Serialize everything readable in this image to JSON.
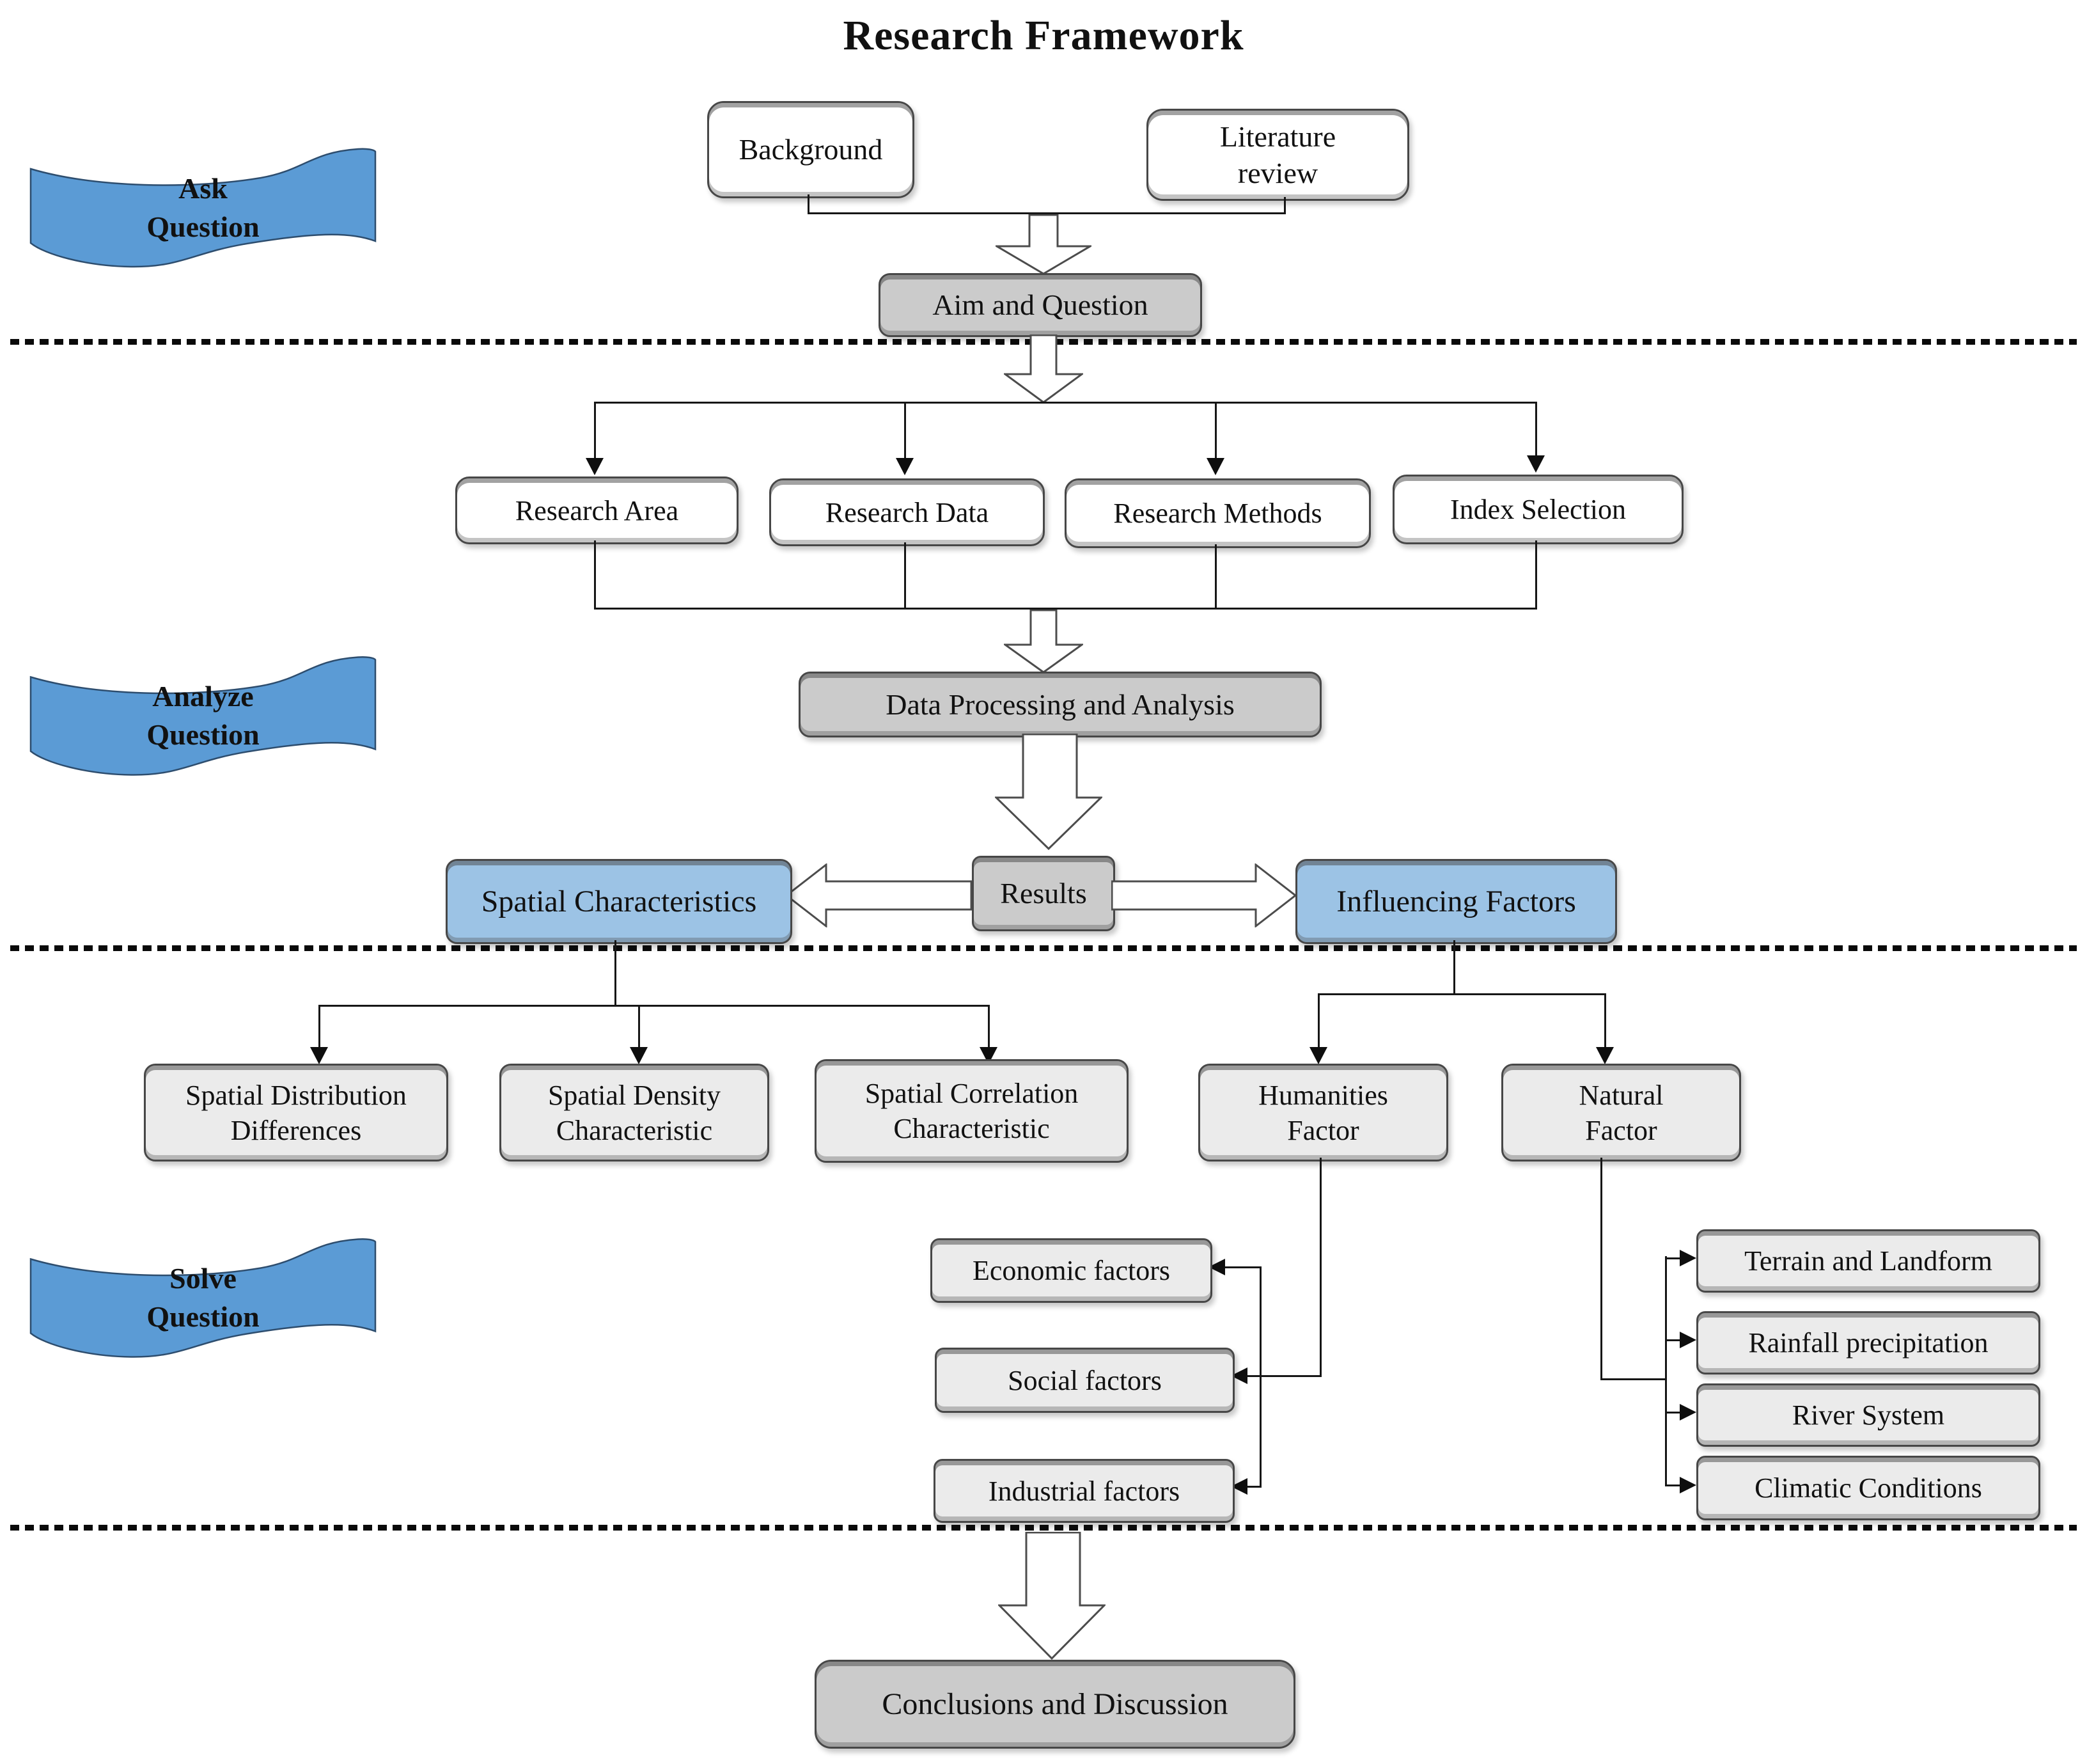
{
  "title": "Research Framework",
  "colors": {
    "ribbon-blue": "#5b9bd5",
    "box-blue": "#9cc3e5",
    "box-gray": "#cbcbcb",
    "box-lightgray": "#ebebeb",
    "line": "#161616"
  },
  "stages": {
    "ask": {
      "line1": "Ask",
      "line2": "Question"
    },
    "analyze": {
      "line1": "Analyze",
      "line2": "Question"
    },
    "solve": {
      "line1": "Solve",
      "line2": "Question"
    }
  },
  "top": {
    "background": "Background",
    "literature_line1": "Literature",
    "literature_line2": "review",
    "aim": "Aim and Question"
  },
  "row2": {
    "research_area": "Research Area",
    "research_data": "Research Data",
    "research_methods": "Research Methods",
    "index_selection": "Index Selection"
  },
  "middle": {
    "data_processing": "Data Processing and Analysis",
    "results": "Results",
    "spatial": "Spatial Characteristics",
    "influencing": "Influencing Factors"
  },
  "row3": {
    "sdd_line1": "Spatial Distribution",
    "sdd_line2": "Differences",
    "sdc_line1": "Spatial Density",
    "sdc_line2": "Characteristic",
    "scc_line1": "Spatial Correlation",
    "scc_line2": "Characteristic",
    "humanities_line1": "Humanities",
    "humanities_line2": "Factor",
    "natural_line1": "Natural",
    "natural_line2": "Factor"
  },
  "humanities_children": [
    "Economic factors",
    "Social factors",
    "Industrial factors"
  ],
  "natural_children": [
    "Terrain and Landform",
    "Rainfall precipitation",
    "River System",
    "Climatic Conditions"
  ],
  "bottom": {
    "conclusions": "Conclusions and Discussion"
  }
}
